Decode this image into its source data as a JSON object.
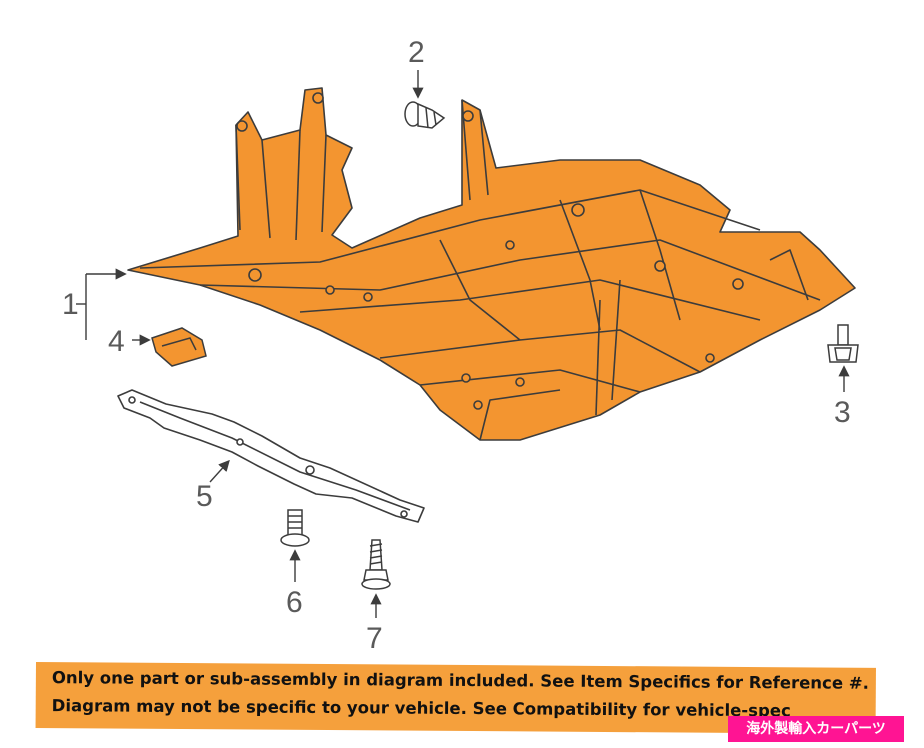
{
  "callouts": {
    "c1": "1",
    "c2": "2",
    "c3": "3",
    "c4": "4",
    "c5": "5",
    "c6": "6",
    "c7": "7"
  },
  "banner": {
    "line1": "Only one part or sub-assembly in diagram included. See Item Specifics for Reference #.",
    "line2": "Diagram may not be specific to your vehicle. See Compatibility for vehicle-spec"
  },
  "badge": {
    "text": "海外製輸入カーパーツ"
  },
  "colors": {
    "part_fill": "#f39530",
    "outline": "#3c3c3c",
    "banner": "#f5a03c",
    "badge": "#ff1493"
  }
}
